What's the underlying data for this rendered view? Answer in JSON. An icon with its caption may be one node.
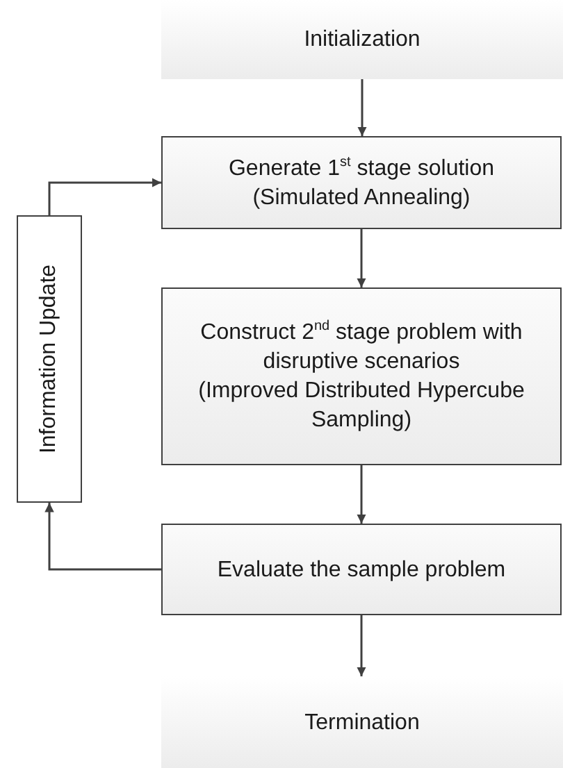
{
  "diagram": {
    "nodes": [
      {
        "text": [
          "Initialization"
        ]
      },
      {
        "text": [
          "Generate 1$^{st}$ stage solution",
          "(Simulated Annealing)"
        ]
      },
      {
        "text": [
          "Construct 2$^{nd}$ stage problem with disruptive scenarios",
          "(Improved Distributed Hypercube Sampling)"
        ]
      },
      {
        "text": [
          "Evaluate the sample problem"
        ]
      },
      {
        "text": [
          "Information Update"
        ]
      },
      {
        "text": [
          "Termination"
        ]
      }
    ],
    "edges": [
      {
        "from": 0,
        "to": 1,
        "arrow": "to"
      },
      {
        "from": 1,
        "to": 2,
        "arrow": "to"
      },
      {
        "from": 2,
        "to": 3,
        "arrow": "to"
      },
      {
        "from": 3,
        "to": 4,
        "arrow": "to"
      },
      {
        "from": 4,
        "to": 1,
        "arrow": "to"
      },
      {
        "from": 3,
        "to": 5,
        "arrow": "to"
      }
    ]
  }
}
